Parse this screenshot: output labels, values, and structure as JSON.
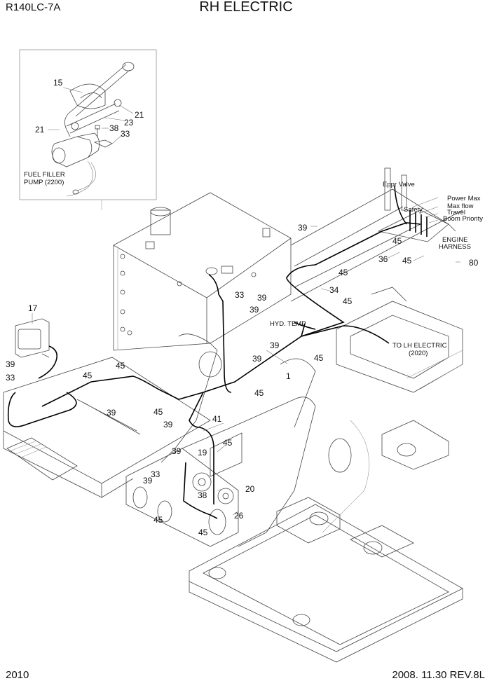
{
  "header": {
    "model": "R140LC-7A",
    "title": "RH ELECTRIC"
  },
  "footer": {
    "page_number": "2010",
    "revision": "2008. 11.30  REV.8L"
  },
  "inset": {
    "caption_line1": "FUEL FILLER",
    "caption_line2": "PUMP (2200)",
    "callouts": [
      "15",
      "21",
      "21",
      "23",
      "38",
      "33"
    ]
  },
  "notes": {
    "eppr_valve": "Eppr Valve",
    "safety": "Safety",
    "power_max": "Power Max",
    "max_flow": "Max flow",
    "travel": "Travel",
    "boom_priority": "Boom Priority",
    "engine_harness_1": "ENGINE",
    "engine_harness_2": "HARNESS",
    "hyd_temp": "HYD. TEMP",
    "to_lh_1": "TO LH ELECTRIC",
    "to_lh_2": "(2020)"
  },
  "callouts": {
    "c17": "17",
    "c39a": "39",
    "c33a": "33",
    "c45a": "45",
    "c45b": "45",
    "c39b": "39",
    "c45c": "45",
    "c39c": "39",
    "c45d": "45",
    "c39d": "39",
    "c33b": "33",
    "c39e": "39",
    "c39f": "39",
    "c39g": "39",
    "c45e": "45",
    "c45f": "45",
    "c1": "1",
    "c41": "41",
    "c45g": "45",
    "c19": "19",
    "c39h": "39",
    "c33c": "33",
    "c39i": "39",
    "c38": "38",
    "c20": "20",
    "c26": "26",
    "c45h": "45",
    "c45i": "45",
    "c39j": "39",
    "c45j": "45",
    "c36": "36",
    "c45k": "45",
    "c80": "80",
    "c34": "34",
    "c45l": "45",
    "c45m": "45",
    "c39k": "39"
  }
}
